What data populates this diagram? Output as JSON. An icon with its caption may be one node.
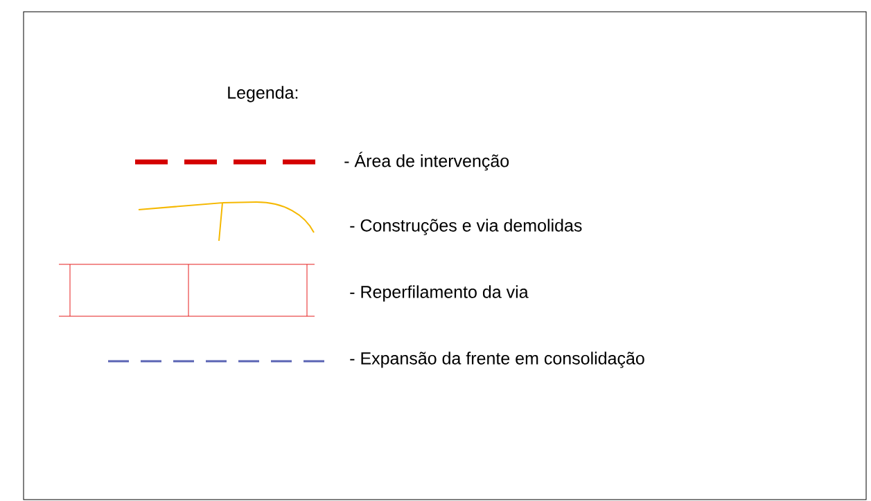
{
  "diagram": {
    "title": "Legenda:",
    "legend": [
      {
        "text": "- Área de intervenção"
      },
      {
        "text": "- Construções e via demolidas"
      },
      {
        "text": "- Reperfilamento da via"
      },
      {
        "text": "- Expansão da frente em consolidação"
      }
    ]
  }
}
